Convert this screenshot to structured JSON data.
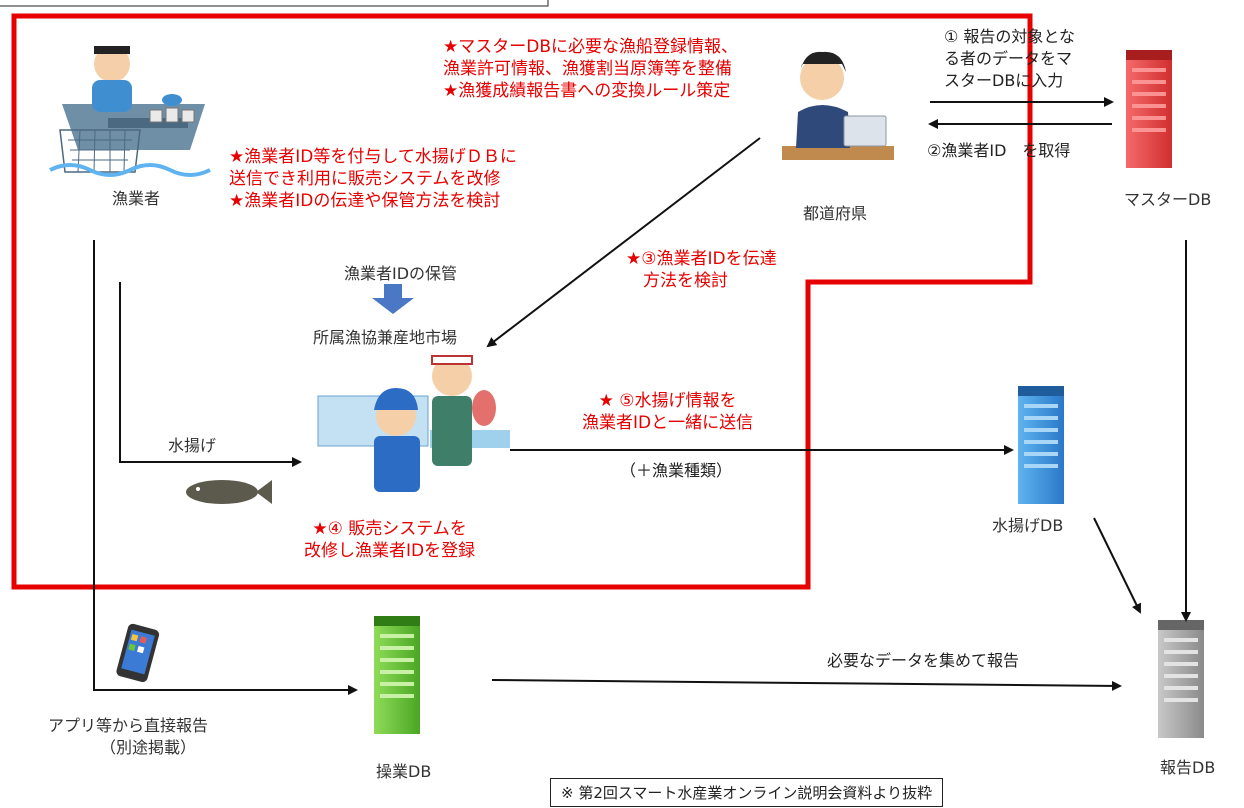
{
  "nodes": {
    "fisher": "漁業者",
    "prefecture": "都道府県",
    "master_db": "マスターDB",
    "storage": "漁業者IDの保管",
    "market": "所属漁協兼産地市場",
    "landing": "水揚げ",
    "landing_db": "水揚げDB",
    "ops_db": "操業DB",
    "report_db": "報告DB",
    "app_report_line1": "アプリ等から直接報告",
    "app_report_line2": "（別途掲載）"
  },
  "annotations": {
    "master_prep": [
      "★マスターDBに必要な漁船登録情報、",
      "漁業許可情報、漁獲割当原簿等を整備",
      "★漁獲成績報告書への変換ルール策定"
    ],
    "fisher_id": [
      "★漁業者ID等を付与して水揚げＤＢに",
      "送信でき利用に販売システムを改修",
      "★漁業者IDの伝達や保管方法を検討"
    ],
    "step3": [
      "★③漁業者IDを伝達",
      "　方法を検討"
    ],
    "step4": [
      "★④ 販売システムを",
      "改修し漁業者IDを登録"
    ],
    "step5": [
      "★ ⑤水揚げ情報を",
      "漁業者IDと一緒に送信"
    ],
    "step1": [
      "①  報告の対象とな",
      "る者のデータをマ",
      "スターDBに入力"
    ],
    "step2": "②漁業者ID　を取得",
    "catch_type": "（＋漁業種類）",
    "collect_report": "必要なデータを集めて報告"
  },
  "footnote": "※ 第2回スマート水産業オンライン説明会資料より抜粋",
  "colors": {
    "highlight_border": "#e60000",
    "annotation_text": "#e60000",
    "landing_db": "#3a8fd8",
    "ops_db": "#6cc63a",
    "master_db": "#e84848",
    "report_db": "#999999"
  }
}
